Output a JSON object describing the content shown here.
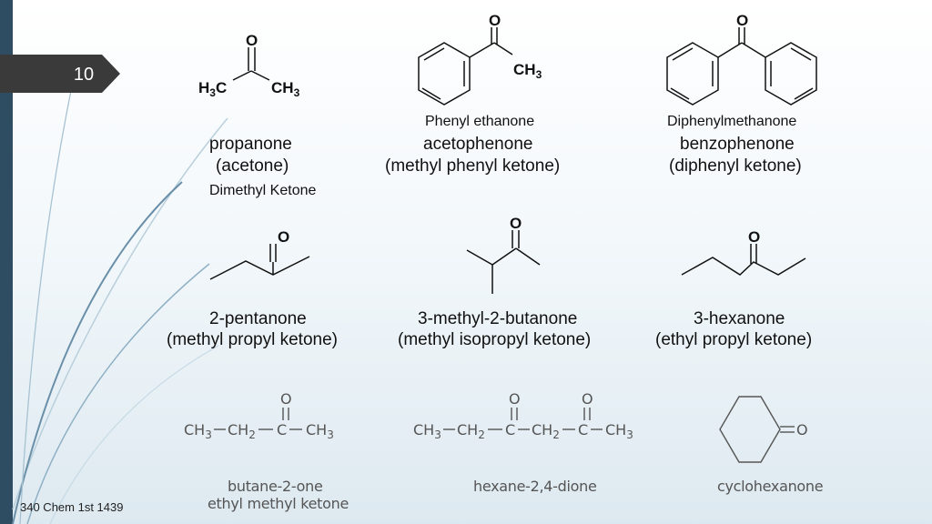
{
  "slide": {
    "page_number": "10",
    "footer": "340 Chem 1st 1439"
  },
  "row1": {
    "propanone": {
      "name": "propanone",
      "common": "(acetone)",
      "alt": "Dimethyl Ketone",
      "atoms": {
        "o": "O",
        "left": "H3C",
        "right": "CH3"
      }
    },
    "acetophenone": {
      "iupac": "Phenyl ethanone",
      "name": "acetophenone",
      "common": "(methyl phenyl ketone)",
      "atoms": {
        "o": "O",
        "right": "CH3"
      }
    },
    "benzophenone": {
      "iupac": "Diphenylmethanone",
      "name": "benzophenone",
      "common": "(diphenyl ketone)",
      "atoms": {
        "o": "O"
      }
    }
  },
  "row2": {
    "pentanone": {
      "name": "2-pentanone",
      "common": "(methyl propyl ketone)",
      "atoms": {
        "o": "O"
      }
    },
    "methylbutanone": {
      "name": "3-methyl-2-butanone",
      "common": "(methyl isopropyl ketone)",
      "atoms": {
        "o": "O"
      }
    },
    "hexanone": {
      "name": "3-hexanone",
      "common": "(ethyl propyl ketone)",
      "atoms": {
        "o": "O"
      }
    }
  },
  "row3": {
    "butanone": {
      "name": "butane-2-one",
      "common": "ethyl methyl ketone",
      "atoms": {
        "o": "O",
        "c1": "CH3",
        "c2": "CH2",
        "c3": "C",
        "c4": "CH3"
      }
    },
    "hexanedione": {
      "name": "hexane-2,4-dione",
      "atoms": {
        "o1": "O",
        "o2": "O",
        "c1": "CH3",
        "c2": "CH2",
        "c3": "C",
        "c4": "CH2",
        "c5": "C",
        "c6": "CH3"
      }
    },
    "cyclohexanone": {
      "name": "cyclohexanone",
      "atoms": {
        "o": "O"
      }
    }
  }
}
